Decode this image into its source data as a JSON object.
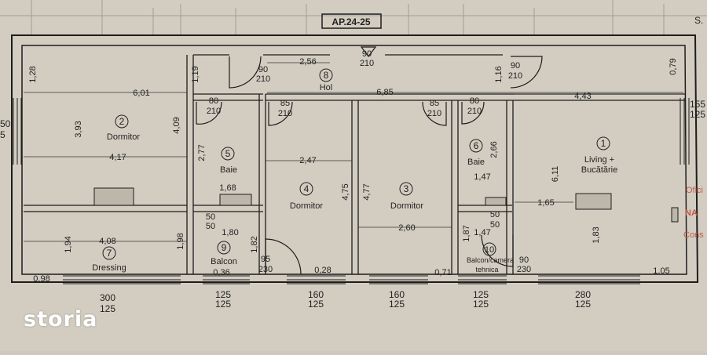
{
  "header": {
    "apartment": "AP.24-25",
    "entry_door": [
      "90",
      "210"
    ]
  },
  "rooms": [
    {
      "num": "1",
      "name": [
        "Living +",
        "Bucătărie"
      ]
    },
    {
      "num": "2",
      "name": [
        "Dormitor"
      ]
    },
    {
      "num": "3",
      "name": [
        "Dormitor"
      ]
    },
    {
      "num": "4",
      "name": [
        "Dormitor"
      ]
    },
    {
      "num": "5",
      "name": [
        "Baie"
      ]
    },
    {
      "num": "6",
      "name": [
        "Baie"
      ]
    },
    {
      "num": "7",
      "name": [
        "Dressing"
      ]
    },
    {
      "num": "8",
      "name": [
        "Hol"
      ]
    },
    {
      "num": "9",
      "name": [
        "Balcon"
      ]
    },
    {
      "num": "10",
      "name": [
        "Balcon/camera",
        "tehnica"
      ]
    }
  ],
  "dimensions": [
    "1,28",
    "3,93",
    "6,01",
    "4,17",
    "4,09",
    "1,19",
    "2,56",
    "6,85",
    "4,43",
    "0,79",
    "1,16",
    "2,77",
    "1,68",
    "2,47",
    "4,75",
    "4,77",
    "2,66",
    "1,47",
    "6,11",
    "1,65",
    "1,80",
    "4,08",
    "1,94",
    "1,98",
    "1,82",
    "0,98",
    "0,36",
    "0,28",
    "2,60",
    "0,71",
    "1,87",
    "1,47",
    "1,83",
    "1,05"
  ],
  "doors": [
    [
      "90",
      "210"
    ],
    [
      "90",
      "210"
    ],
    [
      "80",
      "210"
    ],
    [
      "85",
      "210"
    ],
    [
      "85",
      "210"
    ],
    [
      "80",
      "210"
    ],
    [
      "50",
      "50"
    ],
    [
      "50",
      "50"
    ],
    [
      "95",
      "230"
    ],
    [
      "90",
      "230"
    ]
  ],
  "windows": [
    [
      "300",
      "125"
    ],
    [
      "125",
      "125"
    ],
    [
      "160",
      "125"
    ],
    [
      "160",
      "125"
    ],
    [
      "125",
      "125"
    ],
    [
      "280",
      "125"
    ],
    [
      "155",
      "125"
    ]
  ],
  "edge_texts": {
    "left_top": "50",
    "left_bottom": "5",
    "right_a": "Ofici",
    "right_b": "NA",
    "right_c": "Cons",
    "top_right": "S."
  },
  "watermark": "storia"
}
